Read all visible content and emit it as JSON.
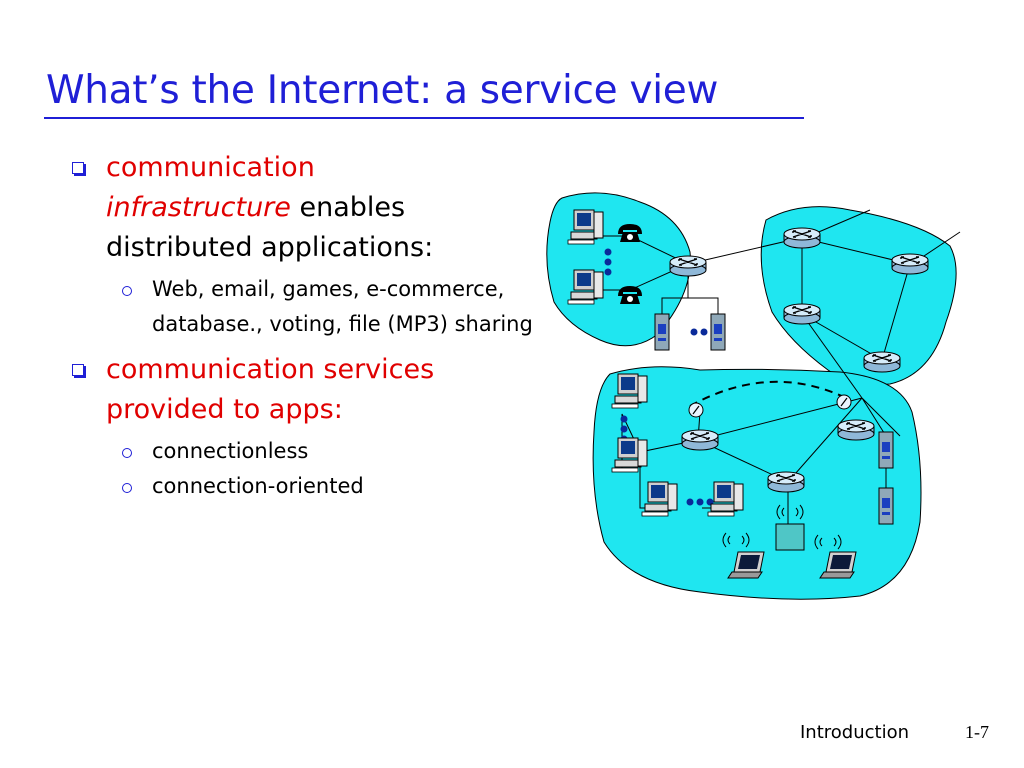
{
  "title": "What’s the Internet: a service view",
  "bullets": [
    {
      "text_red": "communication",
      "text_red_italic": "infrastructure",
      "text_black": " enables distributed applications:",
      "sub": [
        "Web, email, games, e-commerce, database., voting, file (MP3) sharing"
      ]
    },
    {
      "text_red": "communication services provided to apps:",
      "sub": [
        "connectionless",
        "connection-oriented"
      ]
    }
  ],
  "diagram": {
    "cloud_color": "#1fe6f0",
    "router_color": "#b8d8f0",
    "link_color": "#000000",
    "icons": [
      "router-icon",
      "computer-icon",
      "telephone-icon",
      "server-icon",
      "laptop-icon",
      "wireless-access-point-icon",
      "modem-icon"
    ]
  },
  "footer": {
    "label": "Introduction",
    "page": "1-7"
  }
}
